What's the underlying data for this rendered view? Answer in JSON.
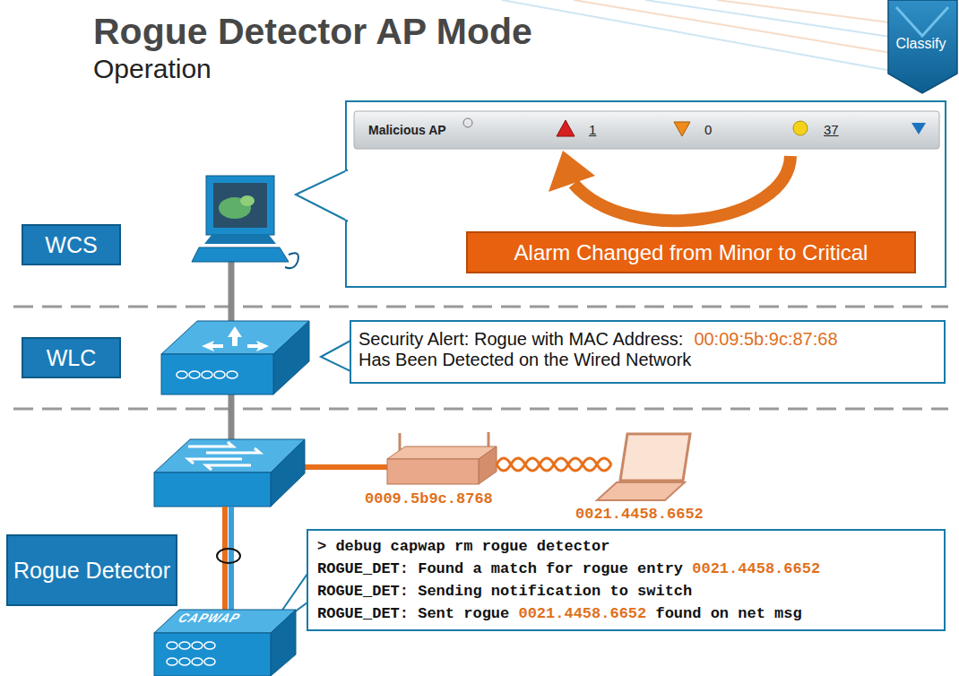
{
  "diagram": {
    "title": "Rogue Detector AP Mode",
    "nodes": [
      {
        "text": [
          "Classify"
        ]
      },
      {
        "text": [
          "Malicious AP",
          "1",
          "0",
          "37"
        ]
      },
      {
        "text": [
          "Alarm Changed from Minor to Critical"
        ]
      },
      {
        "text": [
          "WCS"
        ]
      },
      {
        "text": [
          "Security Alert: Rogue with MAC Address:",
          "00:09:5b:9c:87:68",
          "Has Been Detected on the Wired Network"
        ]
      },
      {
        "text": [
          "WLC"
        ]
      },
      {
        "text": [
          "> debug capwap rm rogue detector",
          "ROGUE_DET: Found a match for rogue entry",
          "0021.4458.6652",
          "ROGUE_DET: Sending notification to switch",
          "ROGUE_DET: Sent rogue",
          "0021.4458.6652",
          "found on net msg"
        ]
      },
      {
        "text": [
          "Rogue Detector"
        ]
      }
    ],
    "labels": [
      "Operation",
      "0009.5b9c.8768",
      "0021.4458.6652",
      "CAPWAP"
    ]
  }
}
